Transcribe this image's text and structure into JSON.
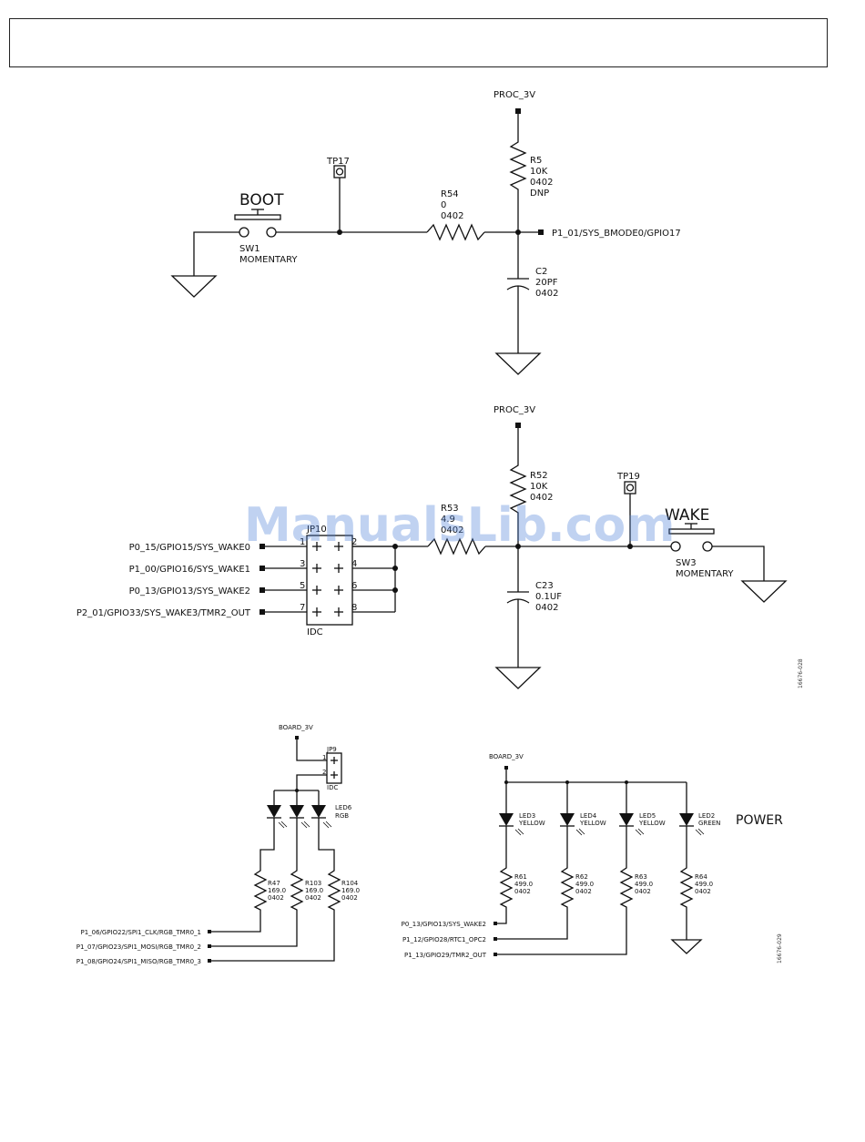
{
  "watermark": "ManualsLib.com",
  "fig_ids": {
    "top": "16676-028",
    "bottom": "16676-029"
  },
  "boot": {
    "supply": "PROC_3V",
    "button_label": "BOOT",
    "sw": "SW1",
    "sw_type": "MOMENTARY",
    "tp": "TP17",
    "r54": {
      "ref": "R54",
      "value": "0",
      "pkg": "0402"
    },
    "r5": {
      "ref": "R5",
      "value": "10K",
      "pkg": "0402",
      "note": "DNP"
    },
    "c2": {
      "ref": "C2",
      "value": "20PF",
      "pkg": "0402"
    },
    "net": "P1_01/SYS_BMODE0/GPIO17"
  },
  "wake": {
    "supply": "PROC_3V",
    "button_label": "WAKE",
    "sw": "SW3",
    "sw_type": "MOMENTARY",
    "tp": "TP19",
    "r52": {
      "ref": "R52",
      "value": "10K",
      "pkg": "0402"
    },
    "r53": {
      "ref": "R53",
      "value": "4.9",
      "pkg": "0402"
    },
    "c23": {
      "ref": "C23",
      "value": "0.1UF",
      "pkg": "0402"
    },
    "jp": "JP10",
    "jp_type": "IDC",
    "pins": [
      "1",
      "2",
      "3",
      "4",
      "5",
      "6",
      "7",
      "8"
    ],
    "nets": [
      "P0_15/GPIO15/SYS_WAKE0",
      "P1_00/GPIO16/SYS_WAKE1",
      "P0_13/GPIO13/SYS_WAKE2",
      "P2_01/GPIO33/SYS_WAKE3/TMR2_OUT"
    ]
  },
  "rgb": {
    "supply": "BOARD_3V",
    "jp": "JP9",
    "jp_type": "IDC",
    "jp_pins": [
      "1",
      "2"
    ],
    "led": "LED6",
    "led_type": "RGB",
    "resistors": [
      {
        "ref": "R47",
        "value": "169.0",
        "pkg": "0402"
      },
      {
        "ref": "R103",
        "value": "169.0",
        "pkg": "0402"
      },
      {
        "ref": "R104",
        "value": "169.0",
        "pkg": "0402"
      }
    ],
    "nets": [
      "P1_06/GPIO22/SPI1_CLK/RGB_TMR0_1",
      "P1_07/GPIO23/SPI1_MOSI/RGB_TMR0_2",
      "P1_08/GPIO24/SPI1_MISO/RGB_TMR0_3"
    ]
  },
  "leds": {
    "supply": "BOARD_3V",
    "power_label": "POWER",
    "items": [
      {
        "ref": "LED3",
        "color": "YELLOW",
        "r": "R61",
        "value": "499.0",
        "pkg": "0402"
      },
      {
        "ref": "LED4",
        "color": "YELLOW",
        "r": "R62",
        "value": "499.0",
        "pkg": "0402"
      },
      {
        "ref": "LED5",
        "color": "YELLOW",
        "r": "R63",
        "value": "499.0",
        "pkg": "0402"
      },
      {
        "ref": "LED2",
        "color": "GREEN",
        "r": "R64",
        "value": "499.0",
        "pkg": "0402"
      }
    ],
    "nets": [
      "P0_13/GPIO13/SYS_WAKE2",
      "P1_12/GPIO28/RTC1_OPC2",
      "P1_13/GPIO29/TMR2_OUT"
    ]
  }
}
